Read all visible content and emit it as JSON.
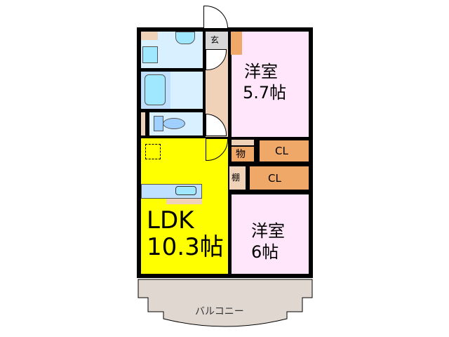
{
  "colors": {
    "ldk": "#ffff00",
    "bedroom": "#ffe6fa",
    "wet": "#d8f0ff",
    "fixture": "#a0e8ff",
    "hall": "#f0d2b8",
    "closet": "#f0a868",
    "balcony": "#e0d8d0",
    "entrance": "#d8d8d8"
  },
  "rooms": {
    "entrance": "玄",
    "bedroom1": {
      "name": "洋室",
      "size": "5.7帖"
    },
    "storage": "物",
    "closet1": "CL",
    "shelf": "棚",
    "closet2": "CL",
    "bedroom2": {
      "name": "洋室",
      "size": "6帖"
    },
    "ldk": {
      "name": "LDK",
      "size": "10.3帖"
    },
    "balcony": "バルコニー"
  }
}
